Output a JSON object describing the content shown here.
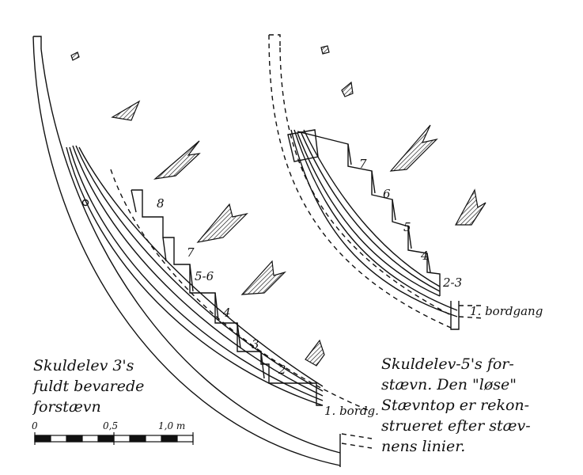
{
  "left_stem": {
    "strake_labels": [
      "8",
      "7",
      "5-6",
      "4",
      "3",
      "2",
      "1. bordg."
    ],
    "caption_lines": [
      "Skuldelev 3's",
      "fuldt bevarede",
      "forstævn"
    ]
  },
  "right_stem": {
    "strake_labels": [
      "7",
      "6",
      "5",
      "4",
      "2-3",
      "1. bordgang"
    ],
    "caption_lines": [
      "Skuldelev-5's for-",
      "stævn. Den \"løse\"",
      "Stævntop er rekon-",
      "strueret efter stæv-",
      "nens linier."
    ]
  },
  "scale_bar": {
    "tick_labels": [
      "0",
      "0,5",
      "1,0 m"
    ]
  },
  "colors": {
    "ink": "#111111",
    "paper": "#ffffff"
  }
}
